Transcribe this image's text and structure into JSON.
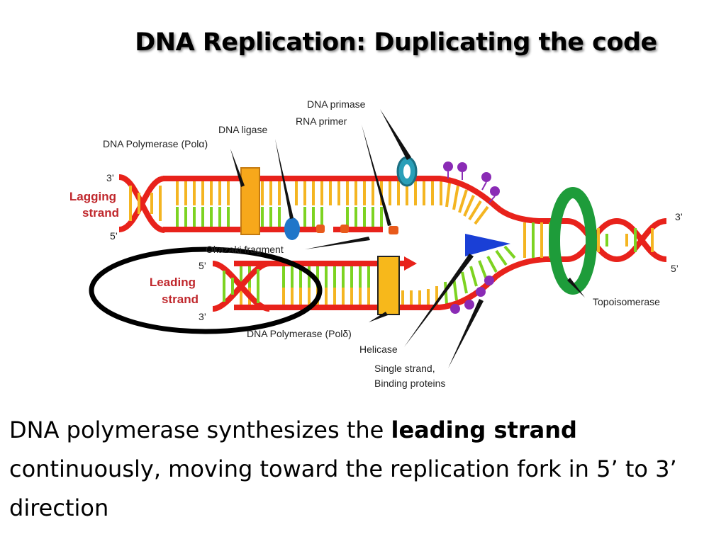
{
  "title": "DNA Replication:  Duplicating the code",
  "labels": {
    "dna_primase": "DNA primase",
    "rna_primer": "RNA primer",
    "dna_ligase": "DNA ligase",
    "pol_alpha": "DNA Polymerase (Polα)",
    "okazaki": "Okazaki fragment",
    "pol_delta": "DNA Polymerase (Polδ)",
    "helicase": "Helicase",
    "ssb_line1": "Single strand,",
    "ssb_line2": "Binding proteins",
    "topoisomerase": "Topoisomerase",
    "lagging_line1": "Lagging",
    "lagging_line2": "strand",
    "leading_line1": "Leading",
    "leading_line2": "strand",
    "lag_3": "3’",
    "lag_5": "5’",
    "lead_5": "5’",
    "lead_3": "3’",
    "right_3": "3’",
    "right_5": "5’"
  },
  "caption": {
    "part1": "DNA polymerase synthesizes the ",
    "bold": "leading strand",
    "part2": " continuously, moving toward the replication fork in 5’ to 3’ direction"
  },
  "colors": {
    "backbone": "#e8221b",
    "template_base": "#f4b521",
    "new_base": "#7dd321",
    "polymerase": "#f7a81b",
    "topoisomerase": "#1e9c3a",
    "helicase": "#1a3fd6",
    "ssb": "#8a2bb5",
    "primase": "#2a9fb8",
    "ligase": "#1f76c9",
    "label_red": "#c0282d"
  }
}
